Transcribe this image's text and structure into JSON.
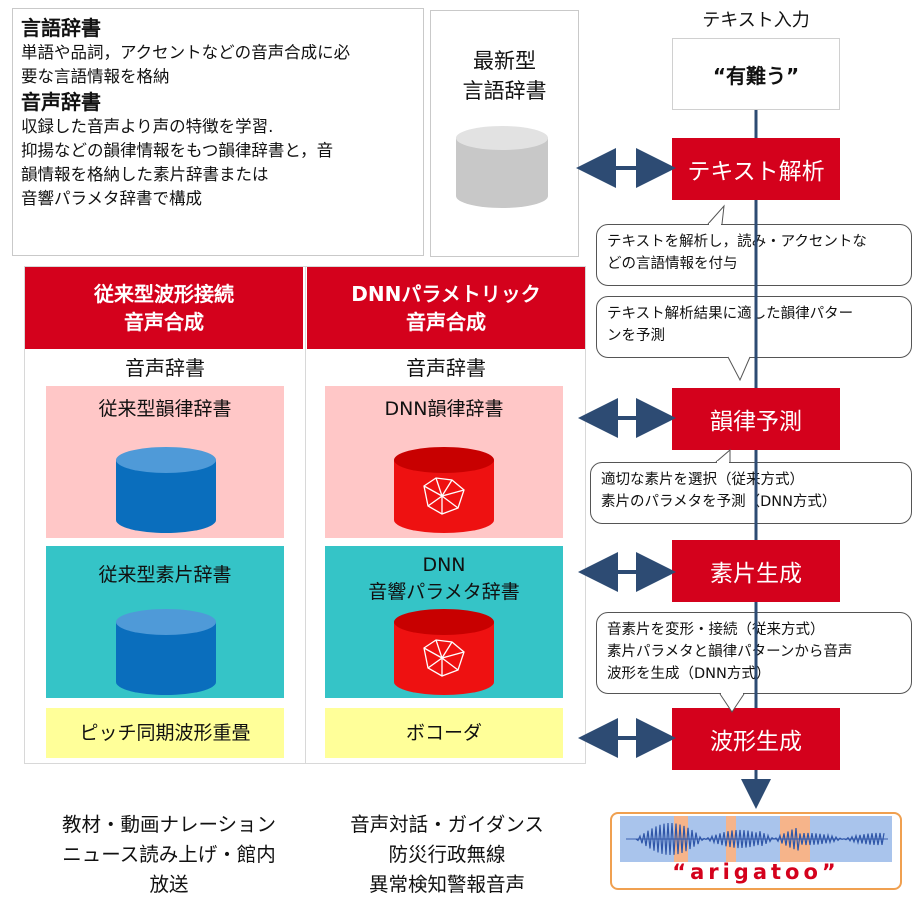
{
  "info": {
    "lang_dict_title": "言語辞書",
    "lang_dict_desc": [
      "単語や品詞，アクセントなどの音声合成に必",
      "要な言語情報を格納"
    ],
    "voice_dict_title": "音声辞書",
    "voice_dict_desc": [
      "収録した音声より声の特徴を学習.",
      "抑揚などの韻律情報をもつ韻律辞書と，音",
      "韻情報を格納した素片辞書または",
      "音響パラメタ辞書で構成"
    ]
  },
  "new_dict": {
    "label": [
      "最新型",
      "言語辞書"
    ]
  },
  "table": {
    "conventional": {
      "header": [
        "従来型波形接続",
        "音声合成"
      ],
      "subtitle": "音声辞書",
      "prosody_dict": "従来型韻律辞書",
      "segment_dict": "従来型素片辞書",
      "synth": "ピッチ同期波形重畳"
    },
    "dnn": {
      "header": [
        "DNNパラメトリック",
        "音声合成"
      ],
      "subtitle": "音声辞書",
      "prosody_dict": "DNN韻律辞書",
      "acoustic_dict": [
        "DNN",
        "音響パラメタ辞書"
      ],
      "synth": "ボコーダ"
    }
  },
  "flow": {
    "input_label": "テキスト入力",
    "input_text": "“有難う”",
    "steps": [
      "テキスト解析",
      "韻律予測",
      "素片生成",
      "波形生成"
    ],
    "notes": [
      [
        "テキストを解析し，読み・アクセントな",
        "どの言語情報を付与"
      ],
      [
        "テキスト解析結果に適した韻律パター",
        "ンを予測"
      ],
      [
        "適切な素片を選択（従来方式）",
        "素片のパラメタを予測（DNN方式）"
      ],
      [
        "音素片を変形・接続（従来方式）",
        "素片パラメタと韻律パターンから音声",
        "波形を生成（DNN方式）"
      ]
    ],
    "output_text": "“arigatoo”"
  },
  "uses": {
    "conventional": [
      "教材・動画ナレーション",
      "ニュース読み上げ・館内",
      "放送"
    ],
    "dnn": [
      "音声対話・ガイダンス",
      "防災行政無線",
      "異常検知警報音声"
    ]
  },
  "colors": {
    "red": "#d4011c",
    "pink": "#ffc7c7",
    "teal": "#35c4c7",
    "yellow": "#ffff99",
    "blue_cylinder": "#0a6ebd",
    "arrow": "#2d4b73",
    "waveform_bg": "#a9c4ec",
    "output_border": "#f0a050"
  }
}
